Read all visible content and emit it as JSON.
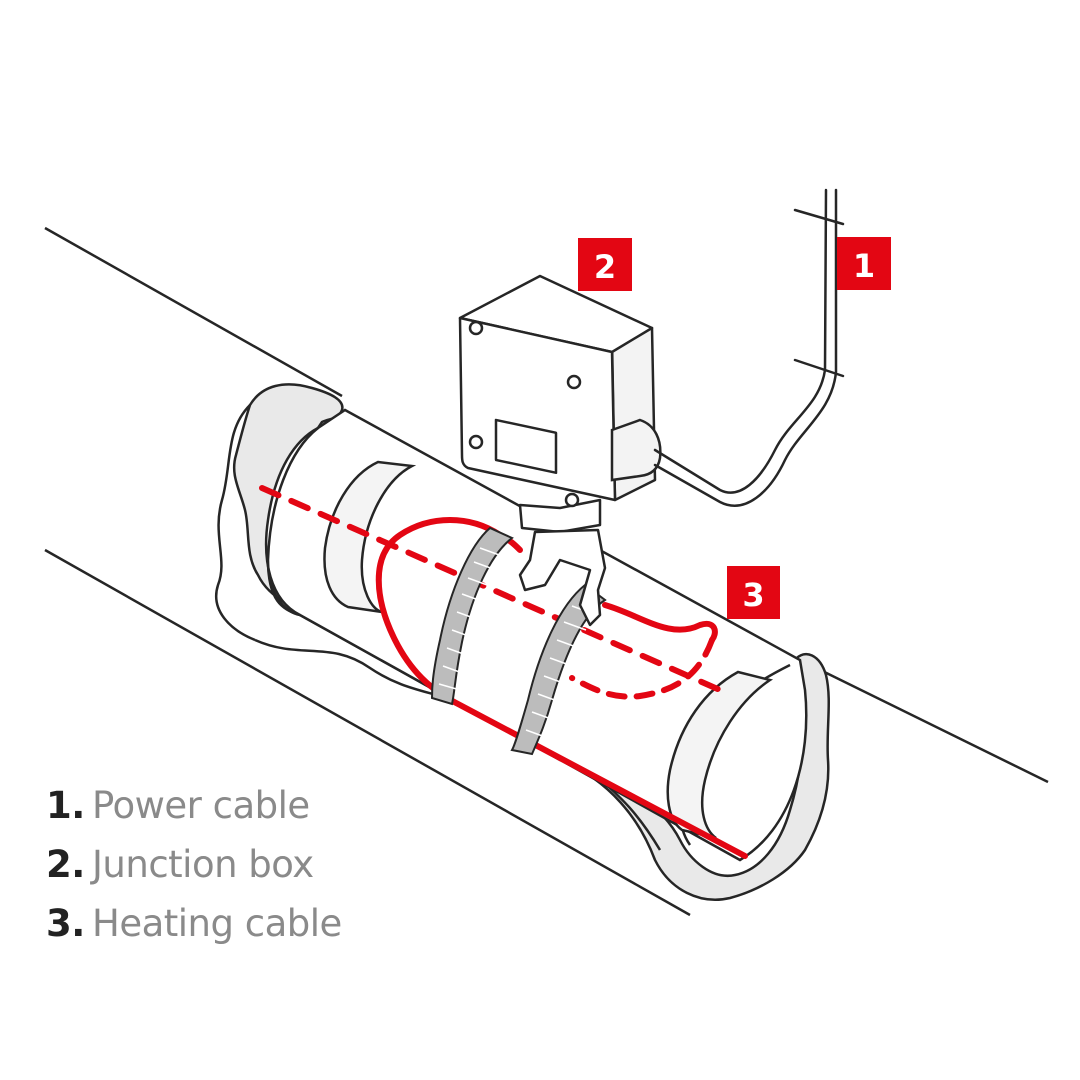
{
  "colors": {
    "accent_red": "#e30613",
    "line": "#262626",
    "insulation_fill": "#e9e9e9",
    "legend_number": "#222222",
    "legend_text": "#8a8a8a"
  },
  "badges": {
    "power_cable": "1",
    "junction_box": "2",
    "heating_cable": "3"
  },
  "legend": {
    "items": [
      {
        "number": "1.",
        "label": "Power cable"
      },
      {
        "number": "2.",
        "label": "Junction box"
      },
      {
        "number": "3.",
        "label": "Heating cable"
      }
    ]
  }
}
